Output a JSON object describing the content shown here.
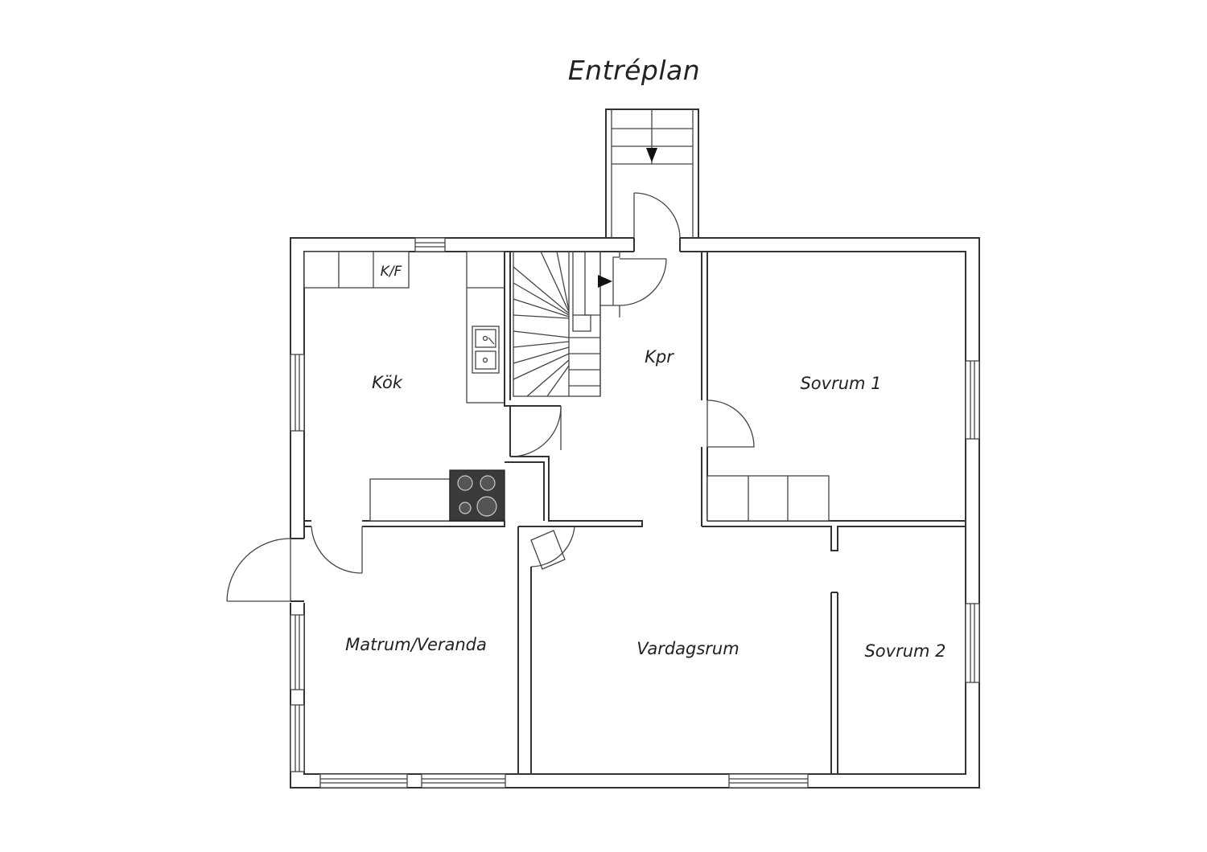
{
  "title": "Entréplan",
  "rooms": {
    "kok": "Kök",
    "kf": "K/F",
    "kpr": "Kpr",
    "sovrum1": "Sovrum 1",
    "matrum": "Matrum/Veranda",
    "vardagsrum": "Vardagsrum",
    "sovrum2": "Sovrum 2"
  },
  "colors": {
    "wall": "#333333",
    "stove": "#3a3a3a",
    "background": "#ffffff"
  }
}
